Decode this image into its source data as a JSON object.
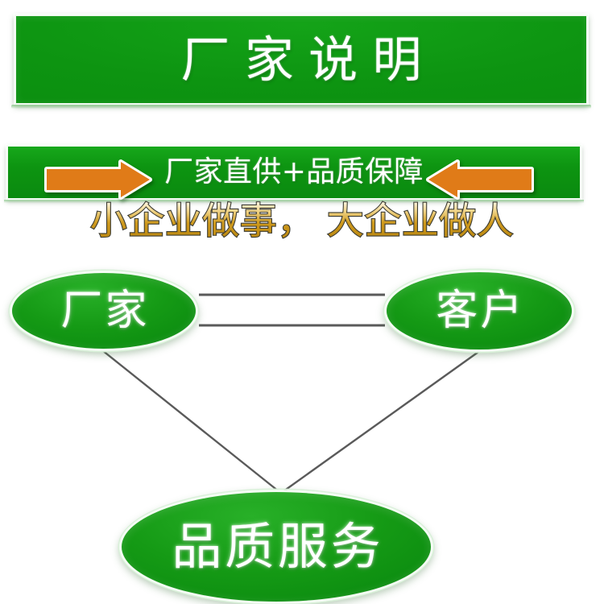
{
  "page": {
    "language": "zh-CN",
    "background_color": "#ffffff"
  },
  "colors": {
    "green_primary": "#0d9411",
    "green_light": "#28b028",
    "green_dark": "#07790c",
    "orange_arrow": "#e07b18",
    "arrow_outline": "#ffffff",
    "text_white": "#ffffff",
    "tagline_gold": "#d9a327",
    "tagline_outline": "#3b3b32",
    "connector_line": "#5a5a5a"
  },
  "title_banner": {
    "text": "厂家说明",
    "text_color": "#ffffff",
    "background_color": "#0d9411"
  },
  "sub_banner": {
    "text": "厂家直供+品质保障",
    "text_color": "#ffffff",
    "background_color": "#0d9411",
    "arrows": [
      {
        "name": "arrow-right-pointing",
        "direction": "right",
        "color": "#e07b18"
      },
      {
        "name": "arrow-left-pointing",
        "direction": "left",
        "color": "#e07b18"
      }
    ]
  },
  "tagline": {
    "text": "小企业做事， 大企业做人",
    "fill_color": "#d9a327",
    "outline_color": "#3b3b32"
  },
  "diagram": {
    "nodes": [
      {
        "id": "maker",
        "label": "厂家",
        "shape": "ellipse",
        "position": "top-left"
      },
      {
        "id": "customer",
        "label": "客户",
        "shape": "ellipse",
        "position": "top-right"
      },
      {
        "id": "service",
        "label": "品质服务",
        "shape": "ellipse",
        "position": "bottom-center"
      }
    ],
    "edges": [
      {
        "from": "maker",
        "to": "customer",
        "style": "double-horizontal-line"
      },
      {
        "from": "maker",
        "to": "service",
        "style": "diagonal-line"
      },
      {
        "from": "customer",
        "to": "service",
        "style": "diagonal-line"
      }
    ]
  }
}
